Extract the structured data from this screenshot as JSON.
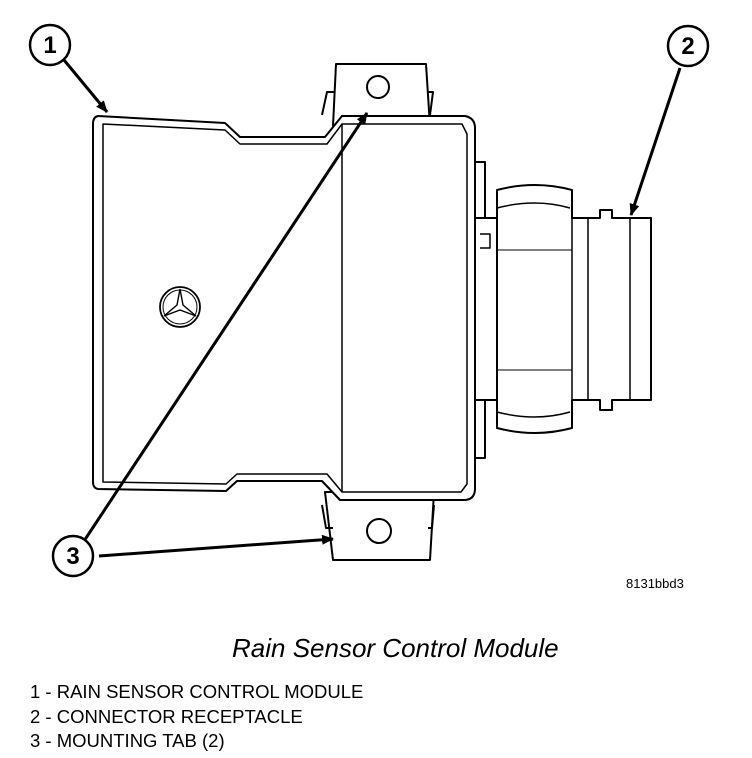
{
  "callouts": [
    "1",
    "2",
    "3"
  ],
  "figure_code": "8131bbd3",
  "caption": "Rain Sensor Control Module",
  "legend": [
    "1 - RAIN SENSOR CONTROL MODULE",
    "2 - CONNECTOR RECEPTACLE",
    "3 - MOUNTING TAB (2)"
  ],
  "icons": [
    "mercedes-star-logo"
  ]
}
